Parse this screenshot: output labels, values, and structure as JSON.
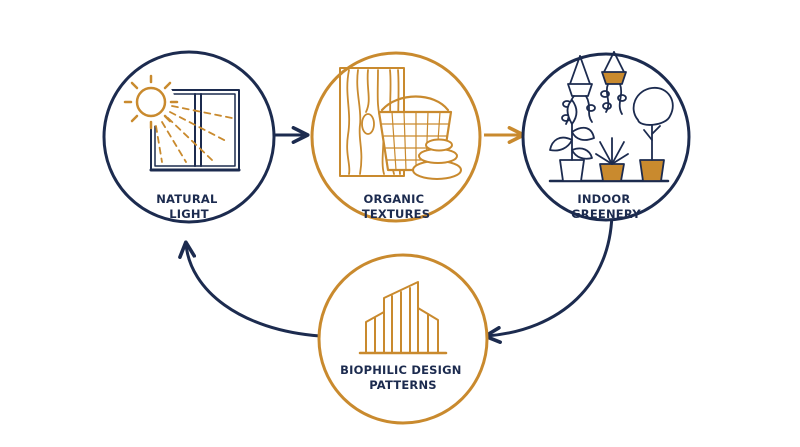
{
  "colors": {
    "navy": "#1c2b4f",
    "gold": "#c98a2e",
    "background": "#ffffff"
  },
  "nodes": [
    {
      "id": "natural-light",
      "line1": "NATURAL",
      "line2": "LIGHT",
      "color": "navy",
      "icon": "sun-window-icon"
    },
    {
      "id": "organic-textures",
      "line1": "ORGANIC",
      "line2": "TEXTURES",
      "color": "gold",
      "icon": "wood-basket-stones-icon"
    },
    {
      "id": "indoor-greenery",
      "line1": "INDOOR",
      "line2": "GREENERY",
      "color": "navy",
      "icon": "plants-icon"
    },
    {
      "id": "biophilic-design-patterns",
      "line1": "BIOPHILIC DESIGN",
      "line2": "PATTERNS",
      "color": "gold",
      "icon": "buildings-icon"
    }
  ],
  "edges": [
    {
      "from": "natural-light",
      "to": "organic-textures",
      "color": "navy"
    },
    {
      "from": "organic-textures",
      "to": "indoor-greenery",
      "color": "gold"
    },
    {
      "from": "indoor-greenery",
      "to": "biophilic-design-patterns",
      "color": "navy"
    },
    {
      "from": "biophilic-design-patterns",
      "to": "natural-light",
      "color": "navy"
    }
  ]
}
